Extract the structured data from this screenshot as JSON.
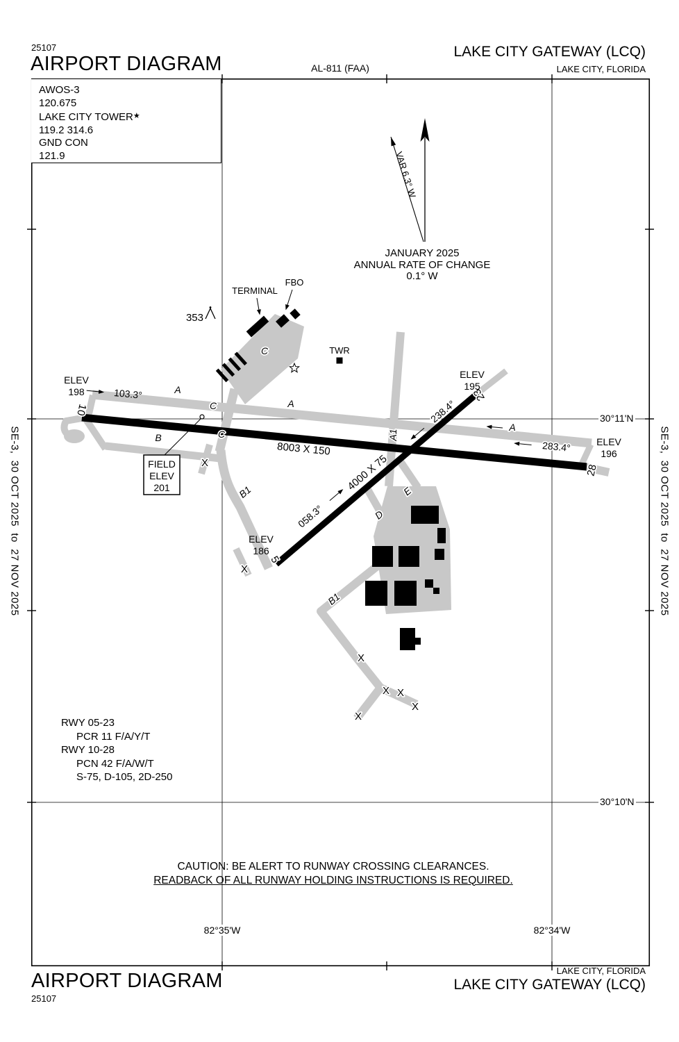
{
  "header": {
    "chart_number": "25107",
    "title": "AIRPORT DIAGRAM",
    "al_ref": "AL-811 (FAA)",
    "airport_name": "LAKE CITY GATEWAY (LCQ)",
    "city": "LAKE CITY, FLORIDA"
  },
  "footer": {
    "title": "AIRPORT DIAGRAM",
    "chart_number": "25107",
    "airport_name": "LAKE CITY GATEWAY (LCQ)",
    "city": "LAKE CITY, FLORIDA"
  },
  "margin": {
    "left": "SE-3,  30 OCT 2025  to  27 NOV 2025",
    "right": "SE-3,  30 OCT 2025  to  27 NOV 2025"
  },
  "comms": {
    "l1": "AWOS-3",
    "l2": "120.675",
    "l3": "LAKE CITY TOWER",
    "star": "★",
    "l4": "119.2  314.6",
    "l5": "GND CON",
    "l6": "121.9"
  },
  "north": {
    "var": "VAR 6.3° W",
    "date": "JANUARY 2025",
    "rate1": "ANNUAL RATE OF CHANGE",
    "rate2": "0.1° W"
  },
  "runways": {
    "rwy_10_28": {
      "dim": "8003 X 150",
      "num_w": "10",
      "num_e": "28",
      "hdg_w": "103.3°",
      "hdg_e": "283.4°",
      "elev_w_label": "ELEV",
      "elev_w": "198",
      "elev_e_label": "ELEV",
      "elev_e": "196"
    },
    "rwy_05_23": {
      "dim": "4000 X 75",
      "num_sw": "5",
      "num_ne": "23",
      "hdg_sw": "058.3°",
      "hdg_ne": "238.4°",
      "elev_sw_label": "ELEV",
      "elev_sw": "186",
      "elev_ne_label": "ELEV",
      "elev_ne": "195"
    }
  },
  "field_elev": {
    "l1": "FIELD",
    "l2": "ELEV",
    "l3": "201"
  },
  "twy": {
    "a": "A",
    "b": "B",
    "c": "C",
    "a1": "A1",
    "b1": "B1",
    "d": "D",
    "e": "E",
    "x": "X"
  },
  "poi": {
    "terminal": "TERMINAL",
    "fbo": "FBO",
    "twr": "TWR",
    "obstacle": "353"
  },
  "grid": {
    "lat1": "30°11'N",
    "lat2": "30°10'N",
    "lon1": "82°35'W",
    "lon2": "82°34'W"
  },
  "pcn": {
    "l1": "RWY 05-23",
    "l2": "PCR 11 F/A/Y/T",
    "l3": "RWY 10-28",
    "l4": "PCN 42 F/A/W/T",
    "l5": "S-75, D-105, 2D-250"
  },
  "caution": {
    "l1": "CAUTION: BE ALERT TO RUNWAY CROSSING CLEARANCES.",
    "l2": "READBACK OF ALL RUNWAY HOLDING INSTRUCTIONS IS REQUIRED."
  },
  "colors": {
    "taxiway_gray": "#c8c8c8",
    "ink": "#000000",
    "paper": "#ffffff"
  }
}
